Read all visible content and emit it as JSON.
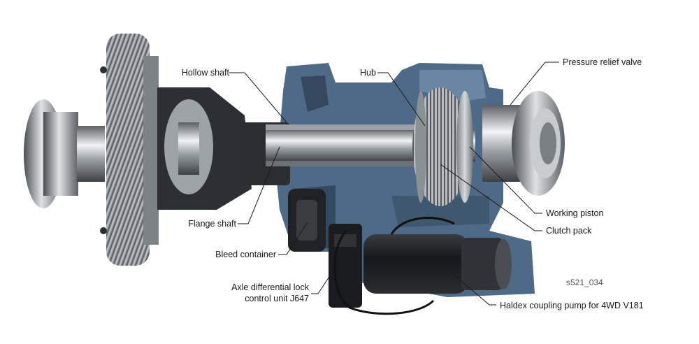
{
  "labels": {
    "hollow_shaft": "Hollow shaft",
    "hub": "Hub",
    "pressure_relief_valve": "Pressure relief valve",
    "flange_shaft": "Flange shaft",
    "bleed_container": "Bleed container",
    "axle_diff_lock_line1": "Axle differential lock",
    "axle_diff_lock_line2": "control unit J647",
    "working_piston": "Working piston",
    "clutch_pack": "Clutch pack",
    "haldex_pump": "Haldex coupling pump for 4WD V181"
  },
  "figure_code": "s521_034",
  "colors": {
    "housing": "#4f6a86",
    "housing_dark": "#34495f",
    "metal_light": "#e6e8ea",
    "metal_dark": "#5f6468",
    "black_part": "#1d1f21"
  }
}
